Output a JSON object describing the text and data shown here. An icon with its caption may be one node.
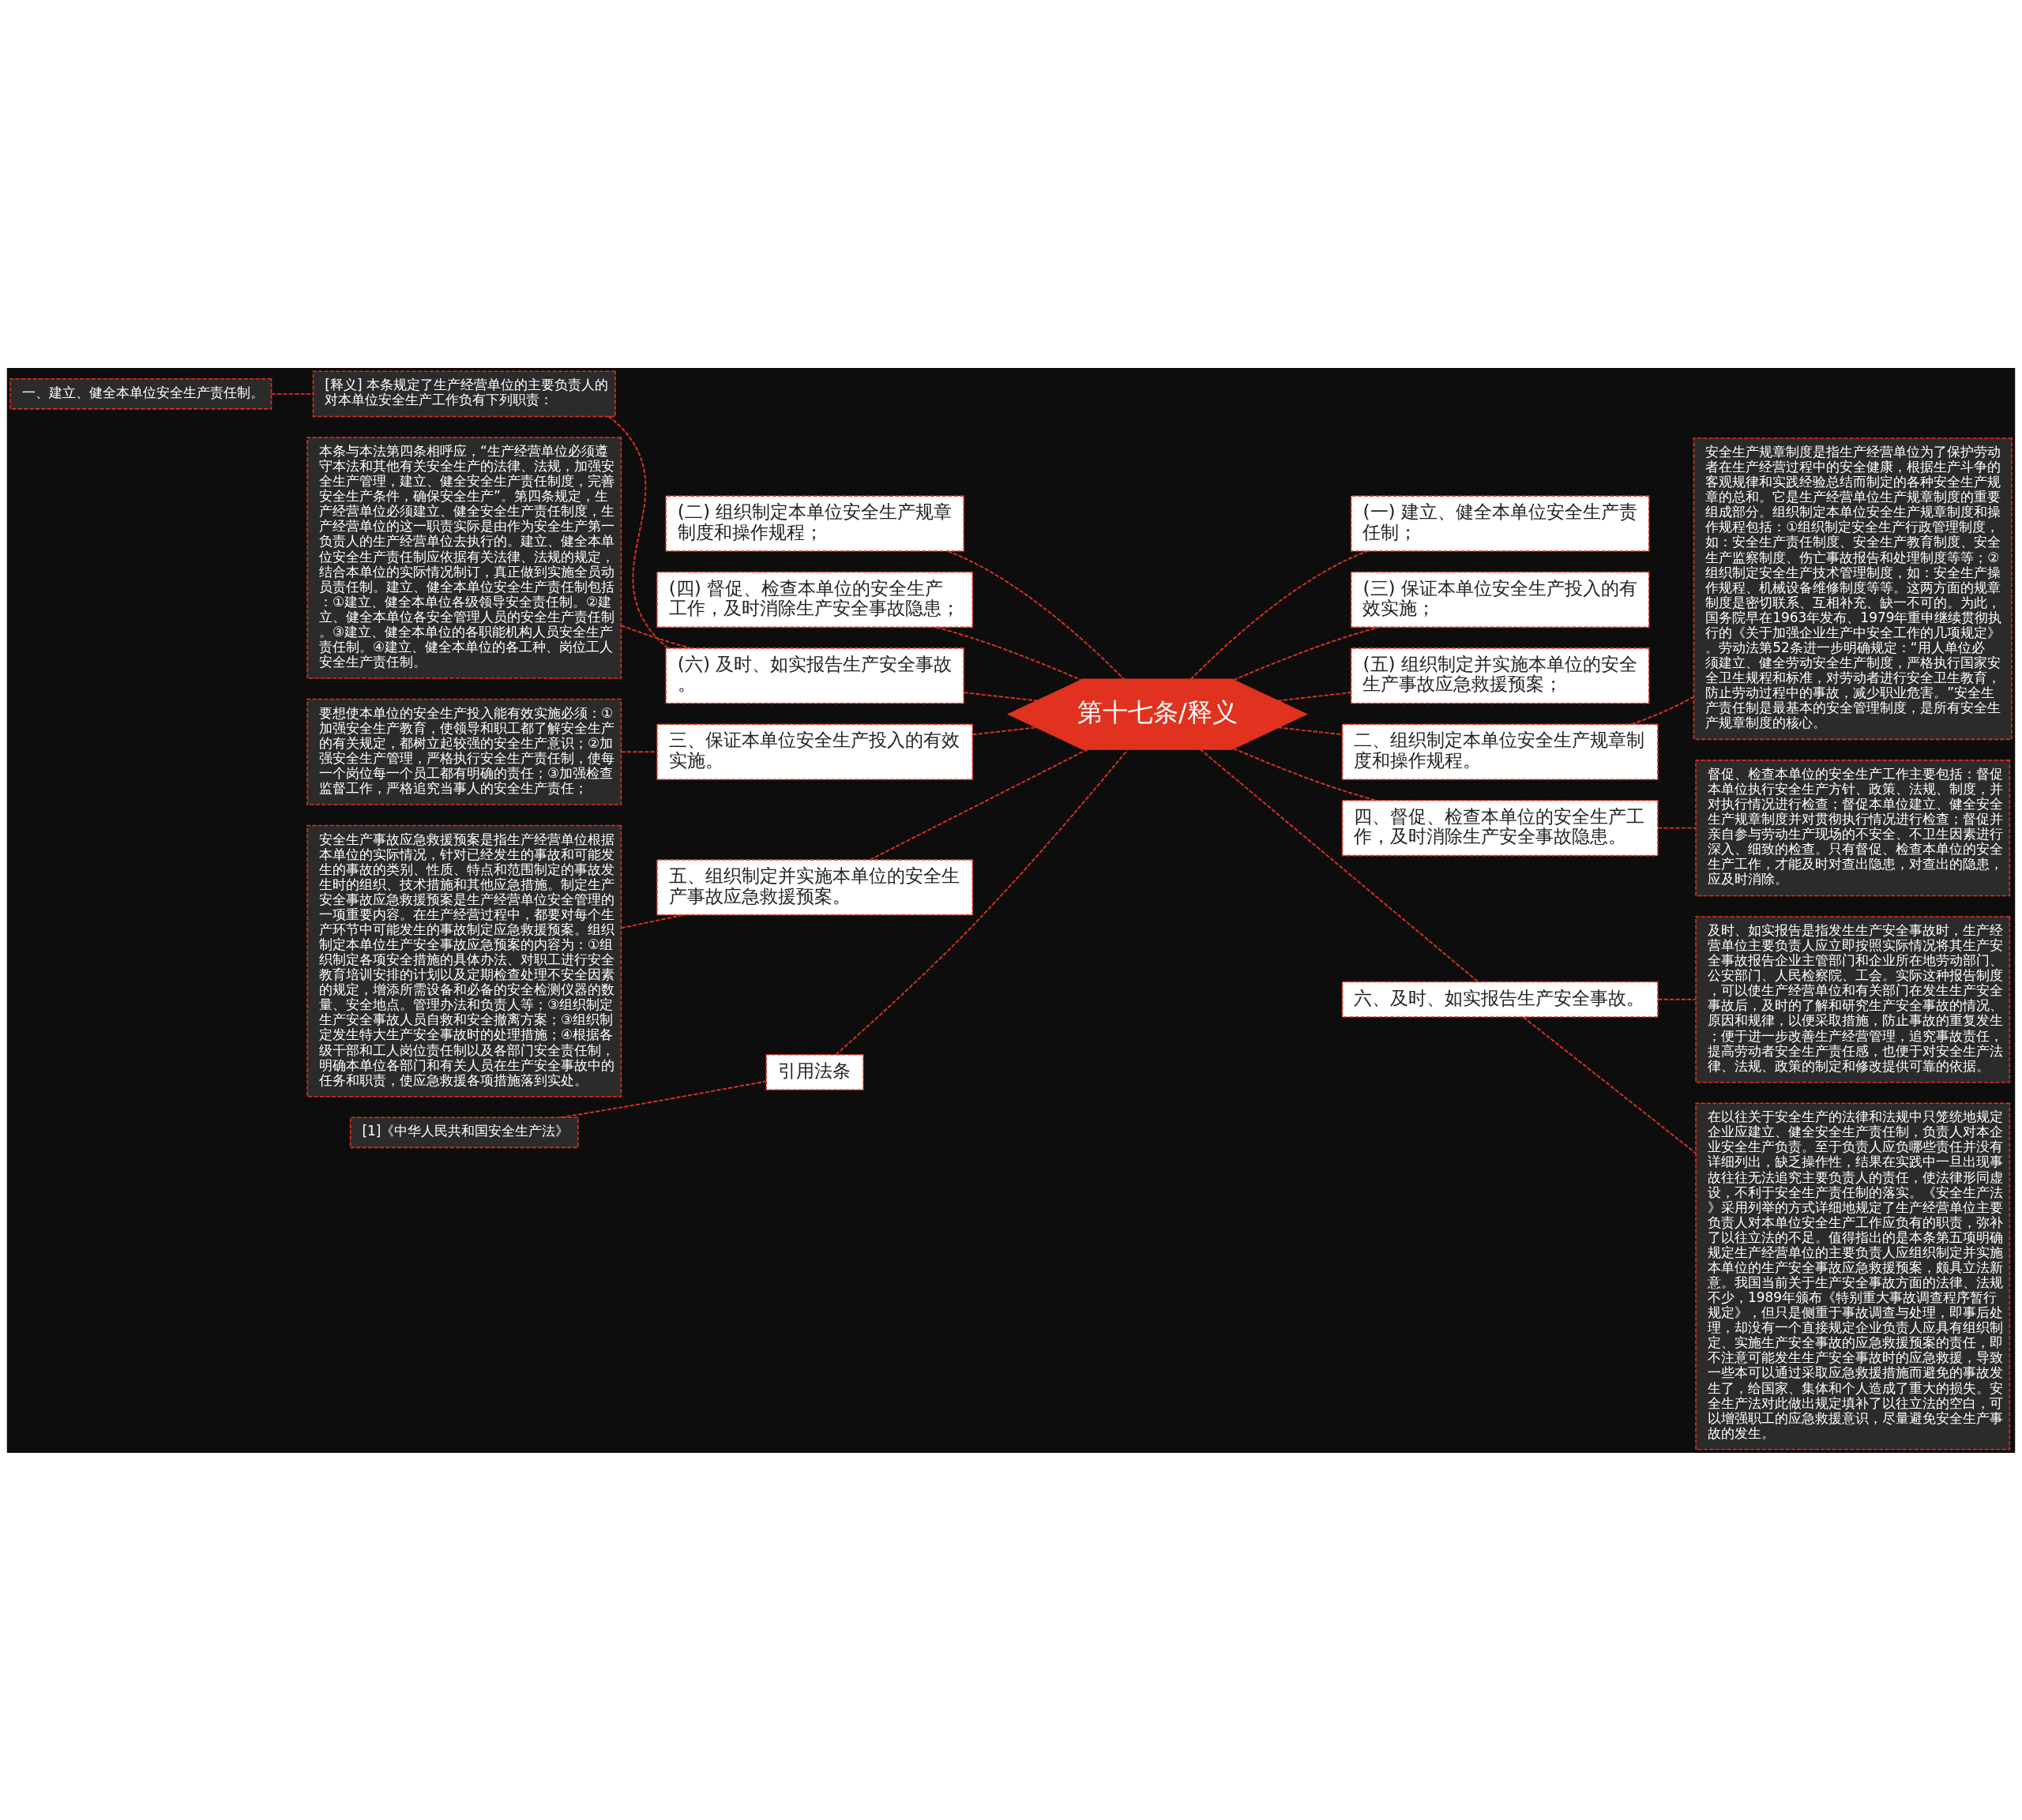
{
  "diagram": {
    "nodes": [
      {
        "text": [
          "第十七条/释义"
        ]
      },
      {
        "text": [
          "(二) 组织制定本单位安全生产规章制度和操作规程；"
        ]
      },
      {
        "text": [
          "(四) 督促、检查本单位的安全生产工作，及时消除生产安全事故隐患；"
        ]
      },
      {
        "text": [
          "(六) 及时、如实报告生产安全事故。"
        ]
      },
      {
        "text": [
          "[释义] 本条规定了生产经营单位的主要负责人的对本单位安全生产工作负有下列职责："
        ]
      },
      {
        "text": [
          "一、建立、健全本单位安全生产责任制。"
        ]
      },
      {
        "text": [
          "本条与本法第四条相呼应，“生产经营单位必须遵守本法和其他有关安全生产的法律、法规，加强安全生产管理，建立、健全安全生产责任制度，完善安全生产条件，确保安全生产”。第四条规定，生产经营单位必须建立、健全安全生产责任制度，生产经营单位的这一职责实际是由作为安全生产第一负责人的生产经营单位去执行的。建立、健全本单位安全生产责任制应依据有关法律、法规的规定，结合本单位的实际情况制订，真正做到实施全员动员责任制。建立、健全本单位安全生产责任制包括：①建立、健全本单位各级领导安全责任制。②建立、健全本单位各安全管理人员的安全生产责任制。③建立、健全本单位的各职能机构人员安全生产责任制。④建立、健全本单位的各工种、岗位工人安全生产责任制。"
        ]
      },
      {
        "text": [
          "三、保证本单位安全生产投入的有效实施。"
        ]
      },
      {
        "text": [
          "要想使本单位的安全生产投入能有效实施必须：①加强安全生产教育，使领导和职工都了解安全生产的有关规定，都树立起较强的安全生产意识；②加强安全生产管理，严格执行安全生产责任制，使每一个岗位每一个员工都有明确的责任；③加强检查监督工作，严格追究当事人的安全生产责任；"
        ]
      },
      {
        "text": [
          "五、组织制定并实施本单位的安全生产事故应急救援预案。"
        ]
      },
      {
        "text": [
          "安全生产事故应急救援预案是指生产经营单位根据本单位的实际情况，针对已经发生的事故和可能发生的事故的类别、性质、特点和范围制定的事故发生时的组织、技术措施和其他应急措施。制定生产安全事故应急救援预案是生产经营单位安全管理的一项重要内容。在生产经营过程中，都要对每个生产环节中可能发生的事故制定应急救援预案。组织制定本单位生产安全事故应急预案的内容为：①组织制定各项安全措施的具体办法、对职工进行安全教育培训安排的计划以及定期检查处理不安全因素的规定，增添所需设备和必备的安全检测仪器的数量、安全地点。管理办法和负责人等；③组织制定生产安全事故人员自救和安全撤离方案；③组织制定发生特大生产安全事故时的处理措施；④根据各级干部和工人岗位责任制以及各部门安全责任制，明确本单位各部门和有关人员在生产安全事故中的任务和职责，使应急救援各项措施落到实处。"
        ]
      },
      {
        "text": [
          "引用法条"
        ]
      },
      {
        "text": [
          "[1]《中华人民共和国安全生产法》"
        ]
      },
      {
        "text": [
          "(一) 建立、健全本单位安全生产责任制；"
        ]
      },
      {
        "text": [
          "(三) 保证本单位安全生产投入的有效实施；"
        ]
      },
      {
        "text": [
          "(五) 组织制定并实施本单位的安全生产事故应急救援预案；"
        ]
      },
      {
        "text": [
          "二、组织制定本单位安全生产规章制度和操作规程。"
        ]
      },
      {
        "text": [
          "安全生产规章制度是指生产经营单位为了保护劳动者在生产经营过程中的安全健康，根据生产斗争的客观规律和实践经验总结而制定的各种安全生产规章的总和。它是生产经营单位生产规章制度的重要组成部分。组织制定本单位安全生产规章制度和操作规程包括：①组织制定安全生产行政管理制度，如：安全生产责任制度、安全生产教育制度、安全生产监察制度、伤亡事故报告和处理制度等等；②组织制定安全生产技术管理制度，如：安全生产操作规程、机械设备维修制度等等。这两方面的规章制度是密切联系、互相补充、缺一不可的。为此，国务院早在1963年发布、1979年重申继续贯彻执行的《关于加强企业生产中安全工作的几项规定》。劳动法第52条进一步明确规定：“用人单位必须建立、健全劳动安全生产制度，严格执行国家安全卫生规程和标准，对劳动者进行安全卫生教育，防止劳动过程中的事故，减少职业危害。”安全生产责任制是最基本的安全管理制度，是所有安全生产规章制度的核心。"
        ]
      },
      {
        "text": [
          "四、督促、检查本单位的安全生产工作，及时消除生产安全事故隐患。"
        ]
      },
      {
        "text": [
          "督促、检查本单位的安全生产工作主要包括：督促本单位执行安全生产方针、政策、法规、制度，并对执行情况进行检查；督促本单位建立、健全安全生产规章制度并对贯彻执行情况进行检查；督促并亲自参与劳动生产现场的不安全、不卫生因素进行深入、细致的检查。只有督促、检查本单位的安全生产工作，才能及时对查出隐患，对查出的隐患，应及时消除。"
        ]
      },
      {
        "text": [
          "六、及时、如实报告生产安全事故。"
        ]
      },
      {
        "text": [
          "及时、如实报告是指发生生产安全事故时，生产经营单位主要负责人应立即按照实际情况将其生产安全事故报告企业主管部门和企业所在地劳动部门、公安部门、人民检察院、工会。实际这种报告制度，可以使生产经营单位和有关部门在发生生产安全事故后，及时的了解和研究生产安全事故的情况、原因和规律，以便采取措施，防止事故的重复发生；便于进一步改善生产经营管理，追究事故责任，提高劳动者安全生产责任感，也便于对安全生产法律、法规、政策的制定和修改提供可靠的依据。"
        ]
      },
      {
        "text": [
          "在以往关于安全生产的法律和法规中只笼统地规定企业应建立、健全安全生产责任制，负责人对本企业安全生产负责。至于负责人应负哪些责任并没有详细列出，缺乏操作性，结果在实践中一旦出现事故往往无法追究主要负责人的责任，使法律形同虚设，不利于安全生产责任制的落实。《安全生产法》采用列举的方式详细地规定了生产经营单位主要负责人对本单位安全生产工作应负有的职责，弥补了以往立法的不足。值得指出的是本条第五项明确规定生产经营单位的主要负责人应组织制定并实施本单位的生产安全事故应急救援预案，颇具立法新意。我国当前关于生产安全事故方面的法律、法规不少，1989年颁布《特别重大事故调查程序暂行规定》，但只是侧重于事故调查与处理，即事后处理，却没有一个直接规定企业负责人应具有组织制定、实施生产安全事故的应急救援预案的责任，即不注意可能发生生产安全事故时的应急救援，导致一些本可以通过采取应急救援措施而避免的事故发生了，给国家、集体和个人造成了重大的损失。安全生产法对此做出规定填补了以往立法的空白，可以增强职工的应急救援意识，尽量避免安全生产事故的发生。"
        ]
      }
    ],
    "edges": [
      {
        "from": 1,
        "to": 0,
        "arrow": "none",
        "style": "dashed"
      },
      {
        "from": 2,
        "to": 0,
        "arrow": "none",
        "style": "dashed"
      },
      {
        "from": 3,
        "to": 0,
        "arrow": "none",
        "style": "dashed"
      },
      {
        "from": 4,
        "to": 3,
        "arrow": "none",
        "style": "dashed"
      },
      {
        "from": 5,
        "to": 4,
        "arrow": "none",
        "style": "dashed"
      },
      {
        "from": 6,
        "to": 3,
        "arrow": "none",
        "style": "dashed"
      },
      {
        "from": 7,
        "to": 0,
        "arrow": "none",
        "style": "dashed"
      },
      {
        "from": 8,
        "to": 7,
        "arrow": "none",
        "style": "dashed"
      },
      {
        "from": 9,
        "to": 0,
        "arrow": "none",
        "style": "dashed"
      },
      {
        "from": 10,
        "to": 9,
        "arrow": "none",
        "style": "dashed"
      },
      {
        "from": 11,
        "to": 0,
        "arrow": "none",
        "style": "dashed"
      },
      {
        "from": 12,
        "to": 11,
        "arrow": "none",
        "style": "dashed"
      },
      {
        "from": 0,
        "to": 13,
        "arrow": "none",
        "style": "dashed"
      },
      {
        "from": 0,
        "to": 14,
        "arrow": "none",
        "style": "dashed"
      },
      {
        "from": 0,
        "to": 15,
        "arrow": "none",
        "style": "dashed"
      },
      {
        "from": 0,
        "to": 16,
        "arrow": "none",
        "style": "dashed"
      },
      {
        "from": 16,
        "to": 17,
        "arrow": "none",
        "style": "dashed"
      },
      {
        "from": 0,
        "to": 18,
        "arrow": "none",
        "style": "dashed"
      },
      {
        "from": 18,
        "to": 19,
        "arrow": "none",
        "style": "dashed"
      },
      {
        "from": 0,
        "to": 20,
        "arrow": "none",
        "style": "dashed"
      },
      {
        "from": 20,
        "to": 21,
        "arrow": "none",
        "style": "dashed"
      },
      {
        "from": 20,
        "to": 22,
        "arrow": "none",
        "style": "dashed"
      }
    ]
  }
}
